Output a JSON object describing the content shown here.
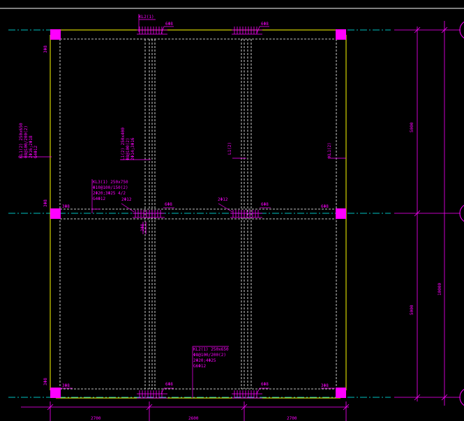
{
  "colors": {
    "background": "#000000",
    "beam": "#ffff00",
    "axis": "#00bfbf",
    "annotation": "#ff00ff",
    "dimension": "#ff00ff",
    "rebar": "#ff00ff",
    "hidden_line": "#ffffff",
    "top_line": "#ffffff"
  },
  "labels": {
    "kl2_top": "KL2(1)",
    "stirrup_top_left": "6Φ8",
    "stirrup_top_right": "6Φ8",
    "stirrup_mid_left": "6Φ8",
    "stirrup_mid_right": "6Φ8",
    "stirrup_bottom_left": "6Φ8",
    "stirrup_bottom_right": "6Φ8",
    "mid_end_left": "3Φ8",
    "mid_end_right": "6Φ8",
    "mid_bar_a": "2Φ12",
    "mid_bar_b": "2Φ12",
    "top_left_side": "3Φ8",
    "mid_left_side": "3Φ8",
    "bottom_left_side": "3Φ8",
    "bottom_left_end": "3Φ8",
    "bottom_right_end": "3Φ8",
    "column_left_mark": "3Φ8",
    "l1_mid": "L1(2)",
    "kl1_right": "KL1(2)"
  },
  "kl1_left_note": [
    "KL1(2) 250x650",
    "Φ8@100/200(2)",
    "2Φ16;2Φ18",
    "G4Φ12"
  ],
  "l1_left_note": [
    "L1(2) 250x400",
    "Φ8@100(2)",
    "2Φ14;3Φ16"
  ],
  "kl3_note": [
    "KL3(1) 250x750",
    "Φ10@100/150(2)",
    "2Φ20;3Φ25 4/2",
    "G4Φ12"
  ],
  "kl2_bottom_note": [
    "KL2(1) 250x650",
    "Φ8@100/200(2)",
    "2Φ20;4Φ25",
    "G6Φ12"
  ],
  "dimensions": {
    "vertical_top": "5000",
    "vertical_bottom": "5000",
    "vertical_total": "10000",
    "horizontal": [
      "2700",
      "2600",
      "2700"
    ]
  }
}
